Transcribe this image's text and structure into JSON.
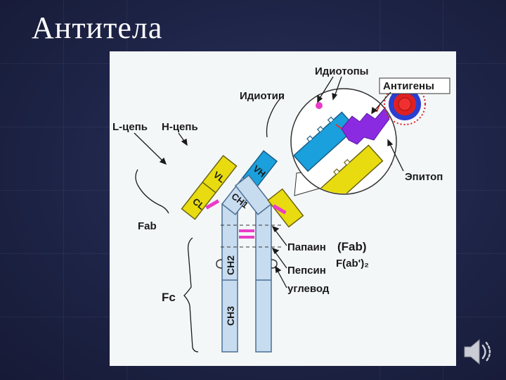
{
  "slide": {
    "title": "Антитела"
  },
  "diagram": {
    "labels": {
      "idiotopes": "Идиотопы",
      "antigens": "Антигены",
      "idiotype": "Идиотип",
      "l_chain": "L-цепь",
      "h_chain": "H-цепь",
      "epitope": "Эпитоп",
      "fab": "Fab",
      "papain": "Папаин",
      "fab_paren": "(Fab)",
      "pepsin": "Пепсин",
      "fab2": "F(ab')₂",
      "carbohydrate": "углевод",
      "fc": "Fc"
    },
    "domains": {
      "vh": "VH",
      "ch1": "CH1",
      "vl": "VL",
      "cl": "CL",
      "ch2": "CH2",
      "ch3": "CH3"
    },
    "colors": {
      "heavy_chain": "#c8dcef",
      "variable_heavy": "#1aa0dc",
      "light_chain": "#e8dc10",
      "disulfide": "#e83cc8",
      "antigen_purple": "#8a2be2",
      "antigen_red": "#e02020",
      "antigen_blue": "#2a3fd0",
      "panel_bg": "#f4f7f8"
    },
    "icons": {
      "speaker": "speaker-icon"
    }
  }
}
